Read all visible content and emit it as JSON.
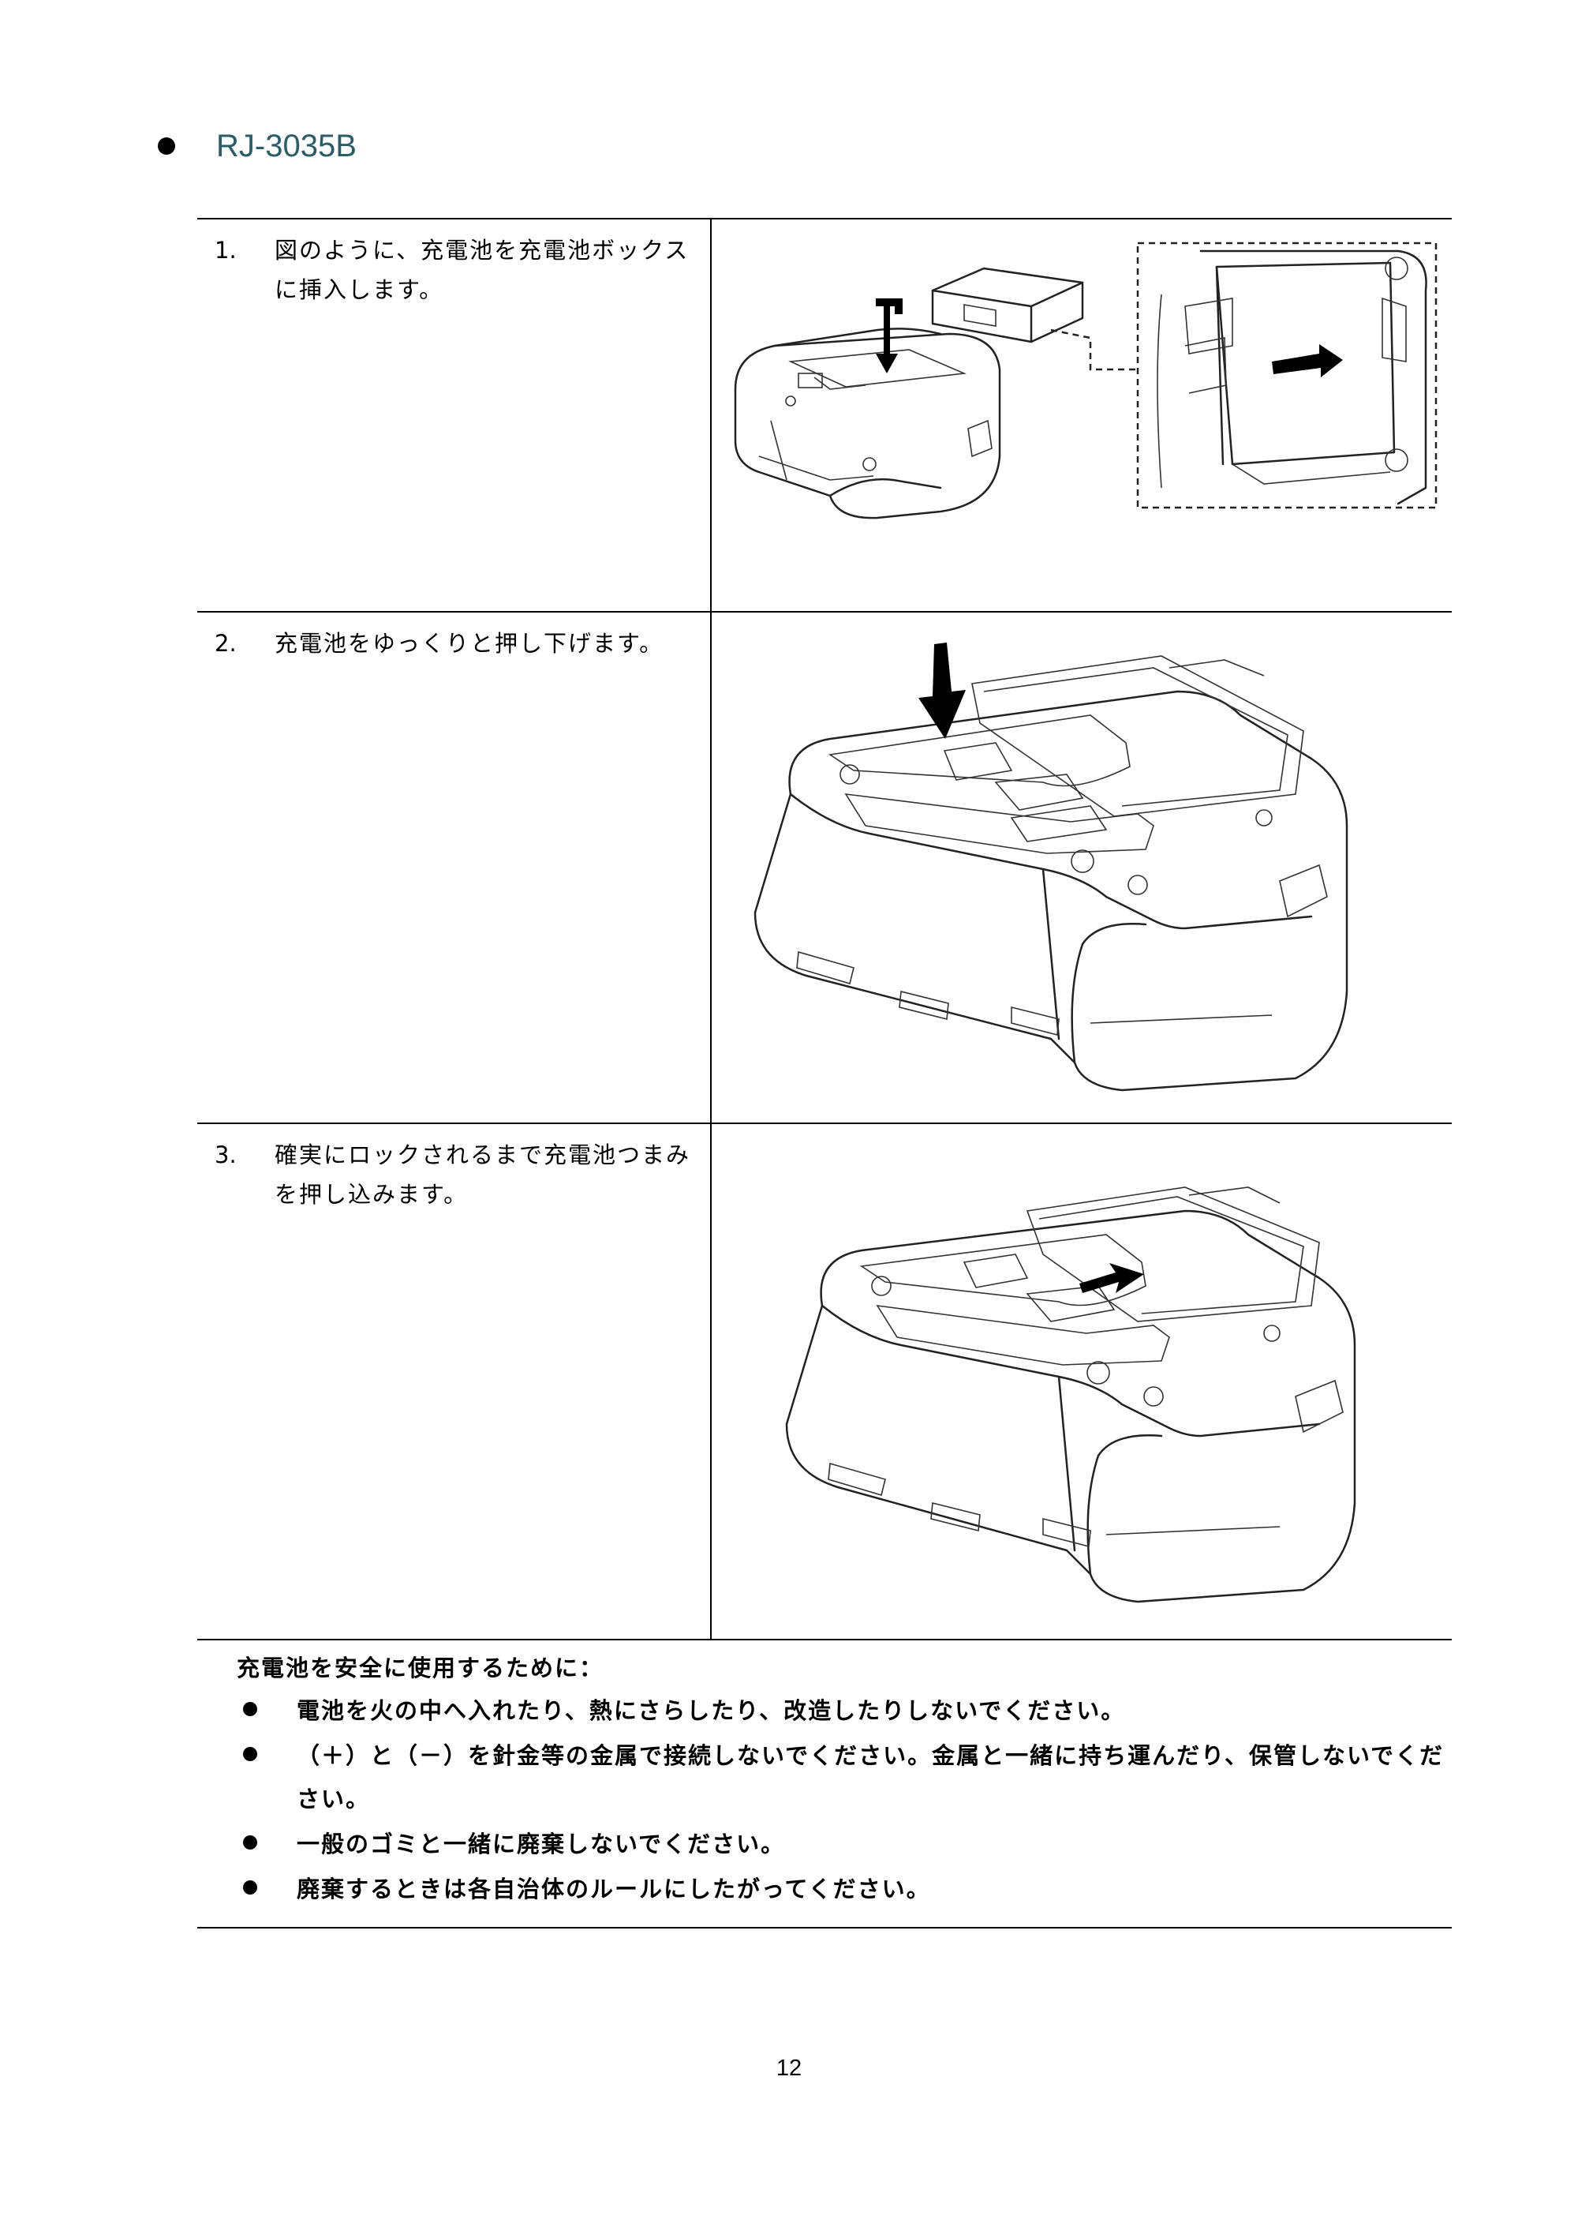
{
  "section": {
    "title": "RJ-3035B"
  },
  "steps": [
    {
      "number": "1.",
      "text": "図のように、充電池を充電池ボックスに挿入します。"
    },
    {
      "number": "2.",
      "text": "充電池をゆっくりと押し下げます。"
    },
    {
      "number": "3.",
      "text": "確実にロックされるまで充電池つまみを押し込みます。"
    }
  ],
  "notes": {
    "title": "充電池を安全に使用するために：",
    "items": [
      "電池を火の中へ入れたり、熱にさらしたり、改造したりしないでください。",
      "（＋）と（－）を針金等の金属で接続しないでください。金属と一緒に持ち運んだり、保管しないでください。",
      "一般のゴミと一緒に廃棄しないでください。",
      "廃棄するときは各自治体のルールにしたがってください。"
    ]
  },
  "page": {
    "number": "12"
  }
}
